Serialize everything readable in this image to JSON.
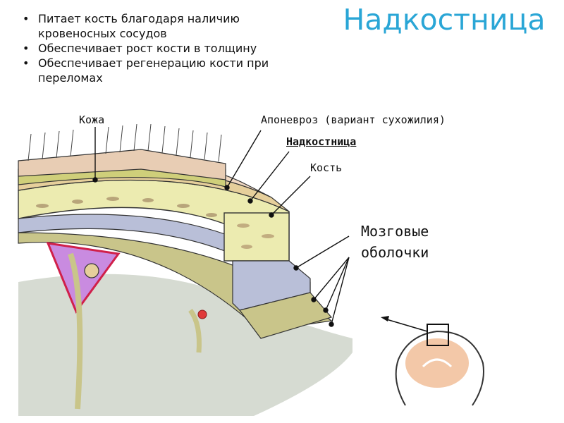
{
  "title": "Надкостница",
  "bullets": [
    "Питает кость благодаря наличию кровеносных сосудов",
    "Обеспечивает рост кости в толщину",
    "Обеспечивает регенерацию кости при переломах"
  ],
  "labels": {
    "skin": "Кожа",
    "aponeurosis": "Апоневроз (вариант сухожилия)",
    "periosteum": "Надкостница",
    "bone": "Кость",
    "meninges_line1": "Мозговые",
    "meninges_line2": "оболочки"
  },
  "colors": {
    "title": "#2aa6d6",
    "skin": "#e8cdb4",
    "fat": "#cfcf7a",
    "bone": "#ecebb0",
    "dura": "#b9bfd8",
    "brain": "#d6dbd2",
    "sinus": "#c98be0",
    "vessel": "#e03a3a"
  }
}
